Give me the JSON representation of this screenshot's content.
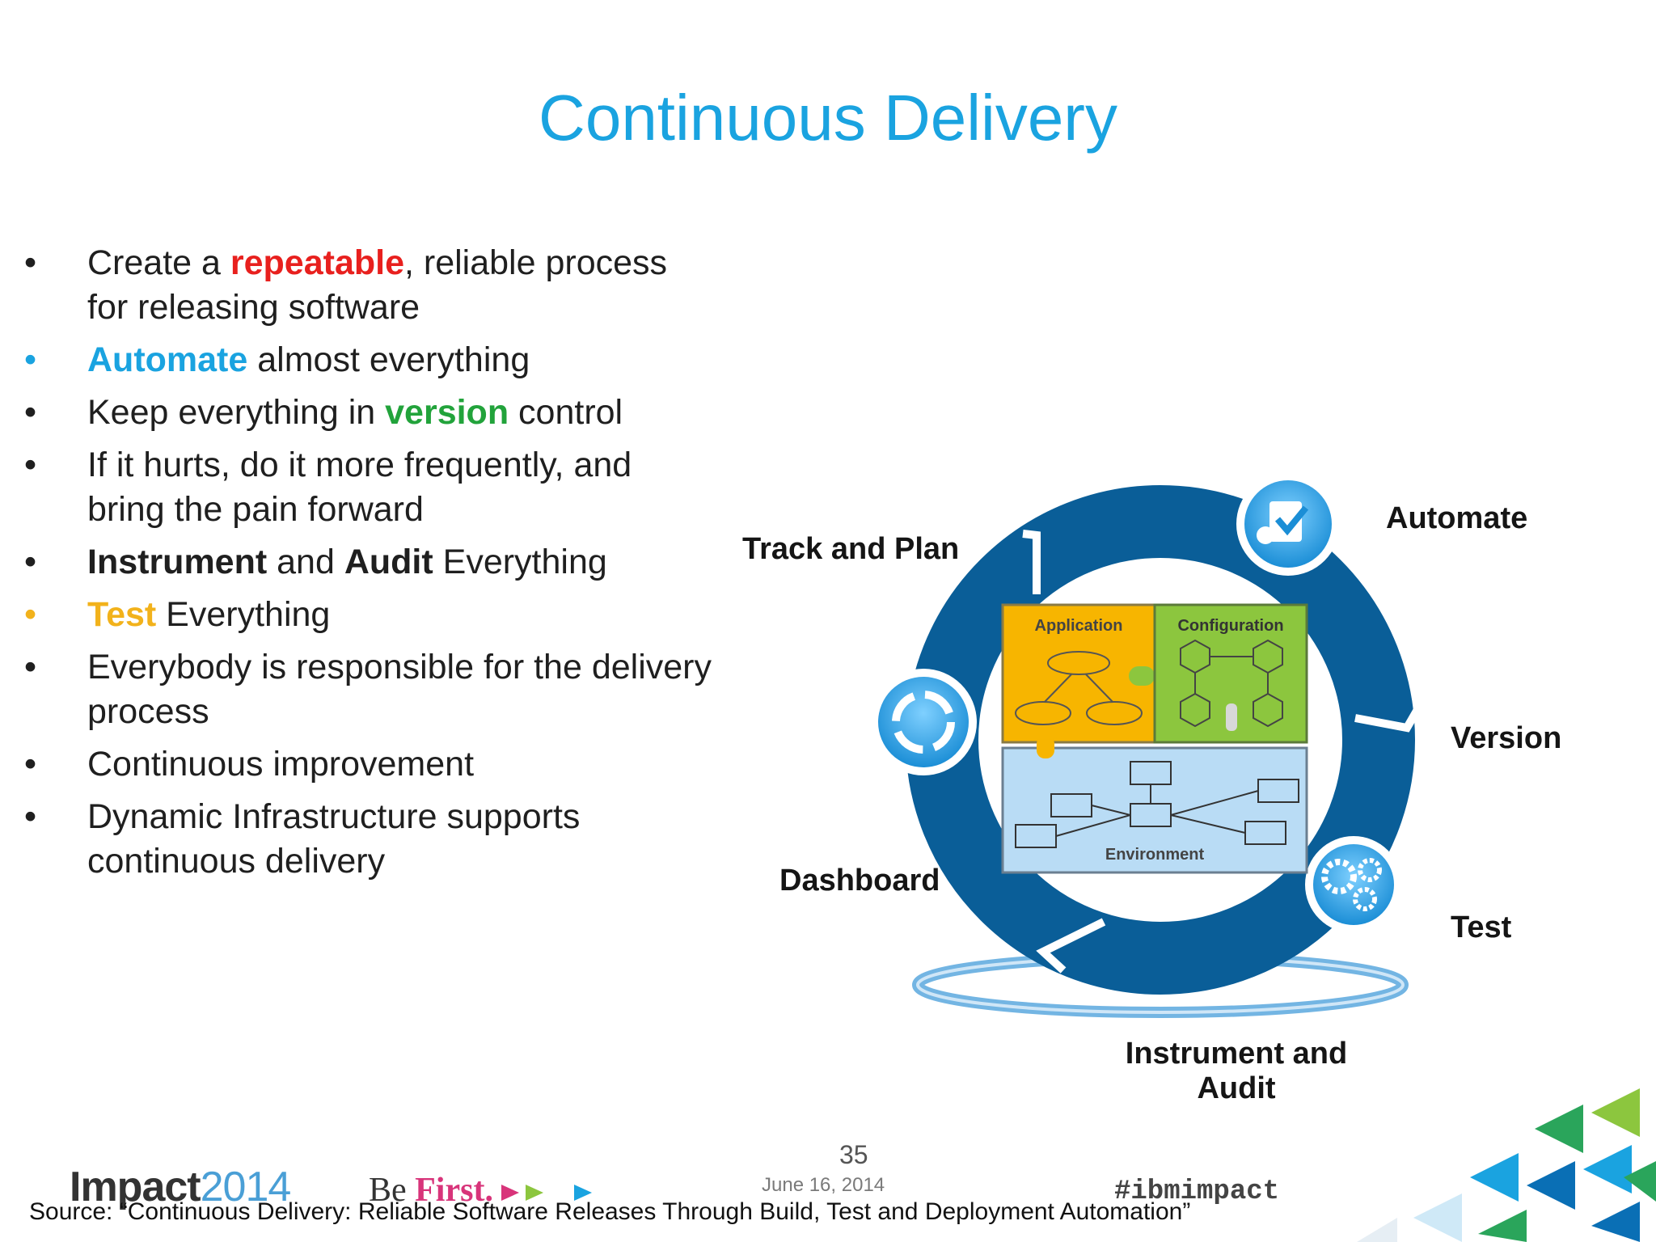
{
  "slide": {
    "title": "Continuous Delivery",
    "bullets": [
      {
        "parts": [
          {
            "t": "Create a ",
            "s": ""
          },
          {
            "t": "repeatable",
            "s": "red"
          },
          {
            "t": ", reliable process",
            "s": ""
          }
        ],
        "line2": "for releasing software",
        "dot": "#1f1f1f"
      },
      {
        "parts": [
          {
            "t": "Automate",
            "s": "blue"
          },
          {
            "t": " almost everything",
            "s": ""
          }
        ],
        "line2": "",
        "dot": "#1aa3e0"
      },
      {
        "parts": [
          {
            "t": "Keep everything in ",
            "s": ""
          },
          {
            "t": "version",
            "s": "green"
          },
          {
            "t": " control",
            "s": ""
          }
        ],
        "line2": "",
        "dot": "#1f1f1f"
      },
      {
        "parts": [
          {
            "t": "If it hurts, do it more frequently, and",
            "s": ""
          }
        ],
        "line2": "bring the pain forward",
        "dot": "#1f1f1f"
      },
      {
        "parts": [
          {
            "t": "Instrument",
            "s": "bold"
          },
          {
            "t": " and ",
            "s": ""
          },
          {
            "t": "Audit",
            "s": "bold"
          },
          {
            "t": " Everything",
            "s": ""
          }
        ],
        "line2": "",
        "dot": "#1f1f1f"
      },
      {
        "parts": [
          {
            "t": "Test",
            "s": "yellow"
          },
          {
            "t": " Everything",
            "s": ""
          }
        ],
        "line2": "",
        "dot": "#f2b21b"
      },
      {
        "parts": [
          {
            "t": "Everybody is responsible for the delivery",
            "s": ""
          }
        ],
        "line2": "process",
        "dot": "#1f1f1f"
      },
      {
        "parts": [
          {
            "t": "Continuous improvement",
            "s": ""
          }
        ],
        "line2": "",
        "dot": "#1f1f1f"
      },
      {
        "parts": [
          {
            "t": "Dynamic Infrastructure supports",
            "s": ""
          }
        ],
        "line2": "continuous delivery",
        "dot": "#1f1f1f"
      }
    ],
    "bullet_char": "•"
  },
  "diagram": {
    "labels": {
      "track": "Track and Plan",
      "automate": "Automate",
      "version": "Version",
      "test": "Test",
      "dashboard": "Dashboard",
      "instrument_l1": "Instrument and",
      "instrument_l2": "Audit"
    },
    "boxes": {
      "application": "Application",
      "configuration": "Configuration",
      "environment": "Environment"
    },
    "colors": {
      "ring": "#0a5e98",
      "application": "#f7b500",
      "configuration": "#8cc63e",
      "environment": "#b9dcf5"
    }
  },
  "footer": {
    "page": "35",
    "date": "June 16, 2014",
    "impact": "Impact",
    "year": "2014",
    "be": "Be ",
    "first": "First.",
    "hashtag": "#ibmimpact",
    "source": "Source: “Continuous Delivery: Reliable Software Releases Through Build, Test and Deployment Automation”"
  }
}
